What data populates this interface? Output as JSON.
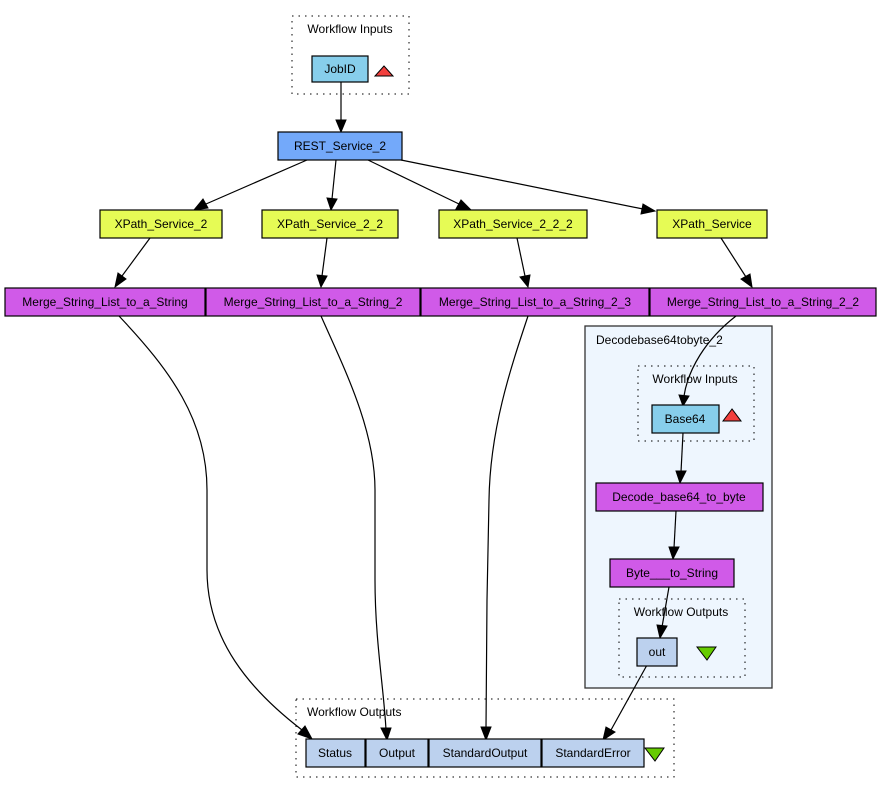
{
  "colors": {
    "input_port": "#87ceeb",
    "rest_service": "#73a9fa",
    "xpath_service": "#e6fb55",
    "local_worker": "#d05ae8",
    "output_port": "#bcd1ee",
    "nested_workflow_bg": "#eef6fe",
    "input_triangle": "#f2403e",
    "output_triangle": "#66cc00"
  },
  "clusters": {
    "top_inputs": {
      "label": "Workflow Inputs"
    },
    "main_outputs": {
      "label": "Workflow Outputs"
    },
    "nested_workflow": {
      "label": "Decodebase64tobyte_2"
    },
    "nested_inputs": {
      "label": "Workflow Inputs"
    },
    "nested_outputs": {
      "label": "Workflow Outputs"
    }
  },
  "nodes": {
    "jobid": {
      "label": "JobID",
      "type": "input_port"
    },
    "rest_service_2": {
      "label": "REST_Service_2",
      "type": "rest_service"
    },
    "xpath_service_2": {
      "label": "XPath_Service_2",
      "type": "xpath_service"
    },
    "xpath_service_2_2": {
      "label": "XPath_Service_2_2",
      "type": "xpath_service"
    },
    "xpath_service_2_2_2": {
      "label": "XPath_Service_2_2_2",
      "type": "xpath_service"
    },
    "xpath_service": {
      "label": "XPath_Service",
      "type": "xpath_service"
    },
    "merge_1": {
      "label": "Merge_String_List_to_a_String",
      "type": "local_worker"
    },
    "merge_2": {
      "label": "Merge_String_List_to_a_String_2",
      "type": "local_worker"
    },
    "merge_2_3": {
      "label": "Merge_String_List_to_a_String_2_3",
      "type": "local_worker"
    },
    "merge_2_2": {
      "label": "Merge_String_List_to_a_String_2_2",
      "type": "local_worker"
    },
    "base64": {
      "label": "Base64",
      "type": "input_port"
    },
    "decode_base64_to_byte": {
      "label": "Decode_base64_to_byte",
      "type": "local_worker"
    },
    "byte_to_string": {
      "label": "Byte___to_String",
      "type": "local_worker"
    },
    "out": {
      "label": "out",
      "type": "output_port"
    },
    "status": {
      "label": "Status",
      "type": "output_port"
    },
    "output": {
      "label": "Output",
      "type": "output_port"
    },
    "standard_output": {
      "label": "StandardOutput",
      "type": "output_port"
    },
    "standard_error": {
      "label": "StandardError",
      "type": "output_port"
    }
  },
  "edges": [
    {
      "from": "JobID",
      "to": "REST_Service_2"
    },
    {
      "from": "REST_Service_2",
      "to": "XPath_Service_2"
    },
    {
      "from": "REST_Service_2",
      "to": "XPath_Service_2_2"
    },
    {
      "from": "REST_Service_2",
      "to": "XPath_Service_2_2_2"
    },
    {
      "from": "REST_Service_2",
      "to": "XPath_Service"
    },
    {
      "from": "XPath_Service_2",
      "to": "Merge_String_List_to_a_String"
    },
    {
      "from": "XPath_Service_2_2",
      "to": "Merge_String_List_to_a_String_2"
    },
    {
      "from": "XPath_Service_2_2_2",
      "to": "Merge_String_List_to_a_String_2_3"
    },
    {
      "from": "XPath_Service",
      "to": "Merge_String_List_to_a_String_2_2"
    },
    {
      "from": "Merge_String_List_to_a_String",
      "to": "Status"
    },
    {
      "from": "Merge_String_List_to_a_String_2",
      "to": "Output"
    },
    {
      "from": "Merge_String_List_to_a_String_2_3",
      "to": "StandardOutput"
    },
    {
      "from": "Merge_String_List_to_a_String_2_2",
      "to": "Base64"
    },
    {
      "from": "Base64",
      "to": "Decode_base64_to_byte"
    },
    {
      "from": "Decode_base64_to_byte",
      "to": "Byte___to_String"
    },
    {
      "from": "Byte___to_String",
      "to": "out"
    },
    {
      "from": "out",
      "to": "StandardError"
    }
  ],
  "icons": {
    "input_marker": "triangle-up-icon",
    "output_marker": "triangle-down-icon"
  }
}
